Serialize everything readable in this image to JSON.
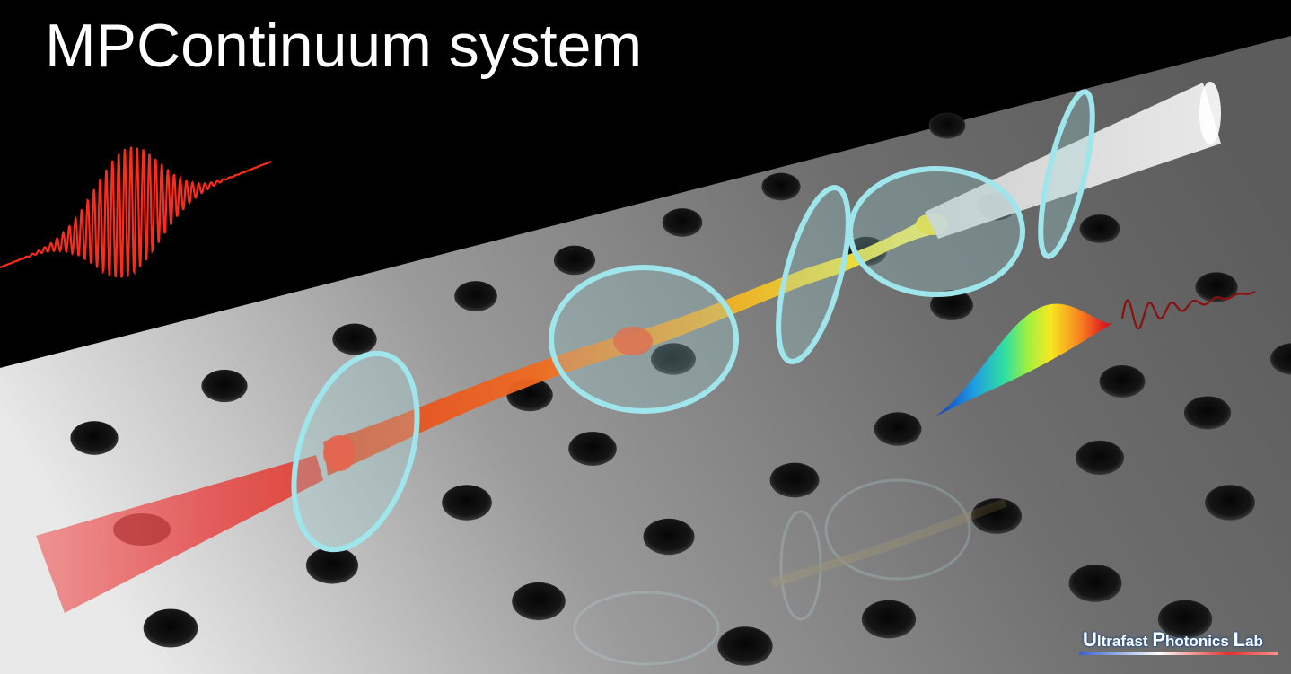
{
  "title": "MPContinuum system",
  "logo": {
    "text_parts": [
      "U",
      "ltrafast ",
      "P",
      "hotonics ",
      "L",
      "ab"
    ]
  },
  "colors": {
    "background": "#000000",
    "table": "#8a8a8a",
    "input_beam": "#e84040",
    "beam_mid": "#f07a20",
    "beam_late": "#f0d020",
    "output_beam": "#e8e8e8",
    "mirror_edge": "#9fe6ec",
    "input_pulse": "#ff2a1a"
  },
  "icons": {
    "mirrors": "optical-mirror-icon",
    "input_pulse": "red-pulse-waveform-icon",
    "output_pulse": "spectral-broadened-pulse-icon",
    "logo": "lab-logo-icon"
  }
}
